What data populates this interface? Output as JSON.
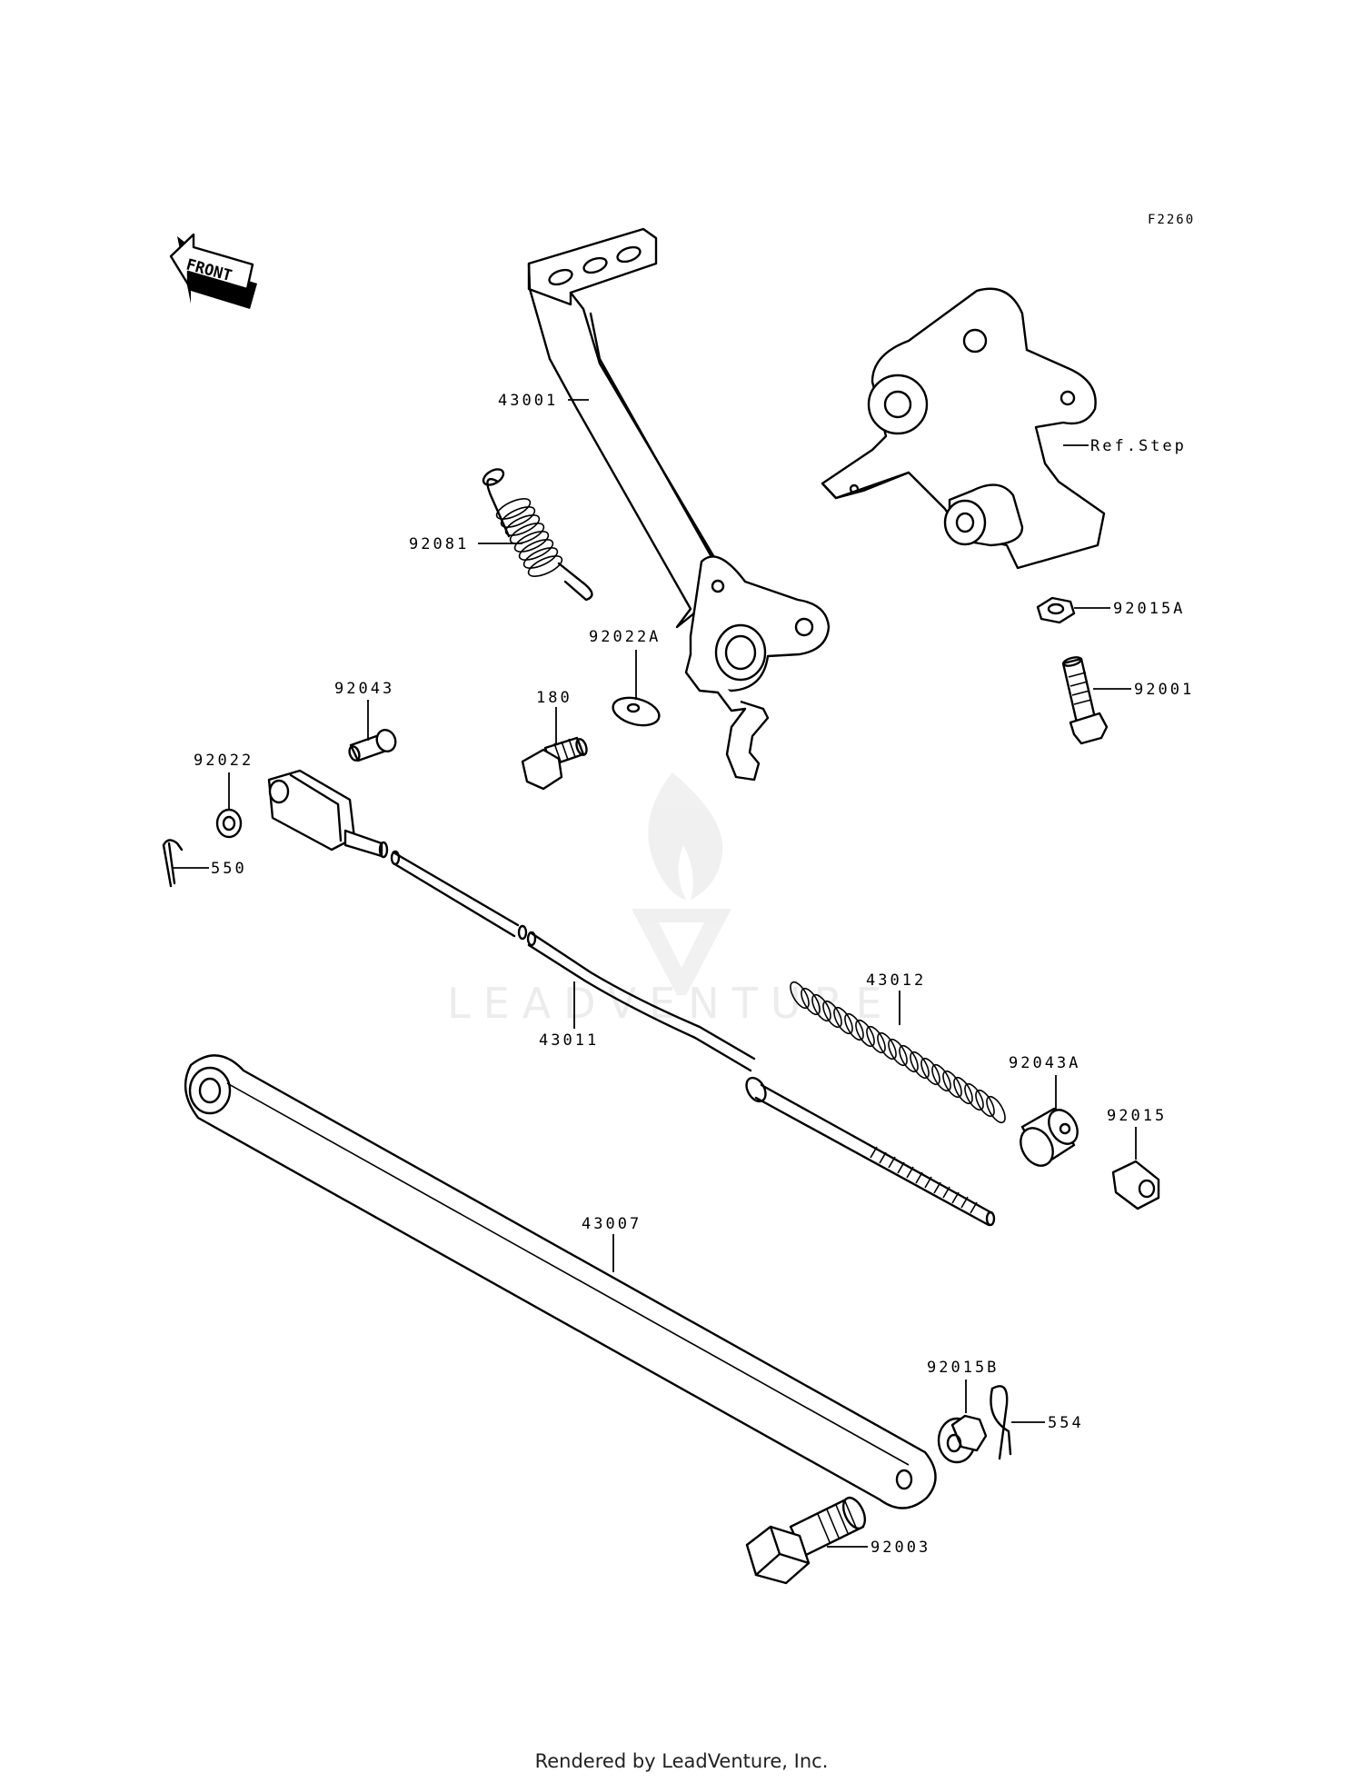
{
  "drawing_code": "F2260",
  "front_arrow": {
    "label": "FRONT",
    "icon": "front-direction-arrow-icon"
  },
  "watermark": {
    "label": "LEADVENTURE",
    "icon": "leadventure-logo-icon"
  },
  "callouts": {
    "c43001": "43001",
    "ref_step": "Ref.Step",
    "c92081": "92081",
    "c92015a": "92015A",
    "c92022a": "92022A",
    "c92043": "92043",
    "c180": "180",
    "c92001": "92001",
    "c92022": "92022",
    "c550": "550",
    "c43012": "43012",
    "c43011": "43011",
    "c92043a": "92043A",
    "c92015": "92015",
    "c43007": "43007",
    "c92015b": "92015B",
    "c554": "554",
    "c92003": "92003"
  },
  "footer": "Rendered by LeadVenture, Inc."
}
